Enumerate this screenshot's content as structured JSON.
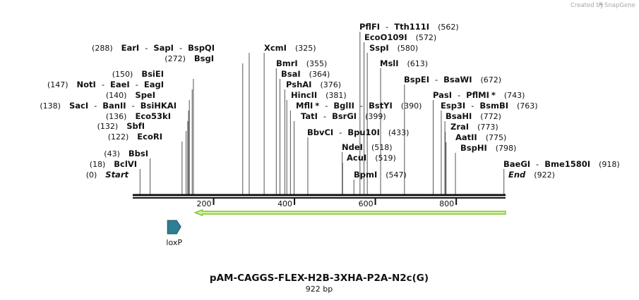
{
  "brand": {
    "created_by": "Created by",
    "app_name": "SnapGene"
  },
  "sequence": {
    "name": "pAM-CAGGS-FLEX-H2B-3XHA-P2A-N2c(G)",
    "length_label": "922 bp",
    "length": 922
  },
  "colors": {
    "feature_loxp": "#2e7f95",
    "orf_arrow_fill": "#d6f0a0",
    "orf_arrow_stroke": "#7ec73a",
    "backbone": "#111111"
  },
  "ruler": {
    "ticks": [
      {
        "value": 200,
        "label": "200"
      },
      {
        "value": 400,
        "label": "400"
      },
      {
        "value": 600,
        "label": "600"
      },
      {
        "value": 800,
        "label": "800"
      }
    ]
  },
  "features": [
    {
      "name": "loxP",
      "icon": "loxp-arrow-icon",
      "start": 86,
      "end": 119,
      "direction": "forward"
    }
  ],
  "orf": {
    "start": 158,
    "end": 922,
    "direction": "reverse"
  },
  "sites": [
    {
      "key": "earI",
      "parts": [
        {
          "name": "EarI"
        },
        {
          "name": "SapI"
        },
        {
          "name": "BspQI"
        }
      ],
      "pos": 288,
      "pos_label": "(288)",
      "side": "left"
    },
    {
      "key": "bsgI",
      "parts": [
        {
          "name": "BsgI"
        }
      ],
      "pos": 272,
      "pos_label": "(272)",
      "side": "left"
    },
    {
      "key": "bsiEI",
      "parts": [
        {
          "name": "BsiEI"
        }
      ],
      "pos": 150,
      "pos_label": "(150)",
      "side": "left"
    },
    {
      "key": "notI",
      "parts": [
        {
          "name": "NotI"
        },
        {
          "name": "EaeI"
        },
        {
          "name": "EagI"
        }
      ],
      "pos": 147,
      "pos_label": "(147)",
      "side": "left"
    },
    {
      "key": "speI",
      "parts": [
        {
          "name": "SpeI"
        }
      ],
      "pos": 140,
      "pos_label": "(140)",
      "side": "left"
    },
    {
      "key": "sacI",
      "parts": [
        {
          "name": "SacI"
        },
        {
          "name": "BanII"
        },
        {
          "name": "BsiHKAI"
        }
      ],
      "pos": 138,
      "pos_label": "(138)",
      "side": "left"
    },
    {
      "key": "eco53kI",
      "parts": [
        {
          "name": "Eco53kI"
        }
      ],
      "pos": 136,
      "pos_label": "(136)",
      "side": "left"
    },
    {
      "key": "sbfI",
      "parts": [
        {
          "name": "SbfI"
        }
      ],
      "pos": 132,
      "pos_label": "(132)",
      "side": "left"
    },
    {
      "key": "ecoRI",
      "parts": [
        {
          "name": "EcoRI"
        }
      ],
      "pos": 122,
      "pos_label": "(122)",
      "side": "left"
    },
    {
      "key": "bbsI",
      "parts": [
        {
          "name": "BbsI"
        }
      ],
      "pos": 43,
      "pos_label": "(43)",
      "side": "left"
    },
    {
      "key": "bclVI",
      "parts": [
        {
          "name": "BclVI"
        }
      ],
      "pos": 18,
      "pos_label": "(18)",
      "side": "left"
    },
    {
      "key": "start",
      "parts": [
        {
          "name": "Start",
          "special": true
        }
      ],
      "pos": 0,
      "pos_label": "(0)",
      "side": "left"
    },
    {
      "key": "xcmI",
      "parts": [
        {
          "name": "XcmI"
        }
      ],
      "pos": 325,
      "pos_label": "(325)",
      "side": "right"
    },
    {
      "key": "bmrI",
      "parts": [
        {
          "name": "BmrI"
        }
      ],
      "pos": 355,
      "pos_label": "(355)",
      "side": "right"
    },
    {
      "key": "bsaI",
      "parts": [
        {
          "name": "BsaI"
        }
      ],
      "pos": 364,
      "pos_label": "(364)",
      "side": "right"
    },
    {
      "key": "pshAI",
      "parts": [
        {
          "name": "PshAI"
        }
      ],
      "pos": 376,
      "pos_label": "(376)",
      "side": "right"
    },
    {
      "key": "hincII",
      "parts": [
        {
          "name": "HincII"
        }
      ],
      "pos": 381,
      "pos_label": "(381)",
      "side": "right"
    },
    {
      "key": "mflI",
      "parts": [
        {
          "name": "MflI",
          "star": true
        },
        {
          "name": "BglII"
        },
        {
          "name": "BstYI"
        }
      ],
      "pos": 390,
      "pos_label": "(390)",
      "side": "right"
    },
    {
      "key": "tatI",
      "parts": [
        {
          "name": "TatI"
        },
        {
          "name": "BsrGI"
        }
      ],
      "pos": 399,
      "pos_label": "(399)",
      "side": "right"
    },
    {
      "key": "bbvCI",
      "parts": [
        {
          "name": "BbvCI"
        },
        {
          "name": "Bpu10I"
        }
      ],
      "pos": 433,
      "pos_label": "(433)",
      "side": "right"
    },
    {
      "key": "pflFI",
      "parts": [
        {
          "name": "PflFI"
        },
        {
          "name": "Tth111I"
        }
      ],
      "pos": 562,
      "pos_label": "(562)",
      "side": "right"
    },
    {
      "key": "ecoO109I",
      "parts": [
        {
          "name": "EcoO109I"
        }
      ],
      "pos": 572,
      "pos_label": "(572)",
      "side": "right"
    },
    {
      "key": "sspI",
      "parts": [
        {
          "name": "SspI"
        }
      ],
      "pos": 580,
      "pos_label": "(580)",
      "side": "right"
    },
    {
      "key": "mslI",
      "parts": [
        {
          "name": "MslI"
        }
      ],
      "pos": 613,
      "pos_label": "(613)",
      "side": "right"
    },
    {
      "key": "ndeI",
      "parts": [
        {
          "name": "NdeI"
        }
      ],
      "pos": 518,
      "pos_label": "(518)",
      "side": "right"
    },
    {
      "key": "acuI",
      "parts": [
        {
          "name": "AcuI"
        }
      ],
      "pos": 519,
      "pos_label": "(519)",
      "side": "right"
    },
    {
      "key": "bpmI",
      "parts": [
        {
          "name": "BpmI"
        }
      ],
      "pos": 547,
      "pos_label": "(547)",
      "side": "right"
    },
    {
      "key": "bspEI",
      "parts": [
        {
          "name": "BspEI"
        },
        {
          "name": "BsaWI"
        }
      ],
      "pos": 672,
      "pos_label": "(672)",
      "side": "right"
    },
    {
      "key": "pasI",
      "parts": [
        {
          "name": "PasI"
        },
        {
          "name": "PflMI",
          "star": true
        }
      ],
      "pos": 743,
      "pos_label": "(743)",
      "side": "right"
    },
    {
      "key": "esp3I",
      "parts": [
        {
          "name": "Esp3I"
        },
        {
          "name": "BsmBI"
        }
      ],
      "pos": 763,
      "pos_label": "(763)",
      "side": "right"
    },
    {
      "key": "bsaHI",
      "parts": [
        {
          "name": "BsaHI"
        }
      ],
      "pos": 772,
      "pos_label": "(772)",
      "side": "right"
    },
    {
      "key": "zraI",
      "parts": [
        {
          "name": "ZraI"
        }
      ],
      "pos": 773,
      "pos_label": "(773)",
      "side": "right"
    },
    {
      "key": "aatII",
      "parts": [
        {
          "name": "AatII"
        }
      ],
      "pos": 775,
      "pos_label": "(775)",
      "side": "right"
    },
    {
      "key": "bspHI",
      "parts": [
        {
          "name": "BspHI"
        }
      ],
      "pos": 798,
      "pos_label": "(798)",
      "side": "right"
    },
    {
      "key": "baeGI",
      "parts": [
        {
          "name": "BaeGI"
        },
        {
          "name": "Bme1580I"
        }
      ],
      "pos": 918,
      "pos_label": "(918)",
      "side": "right"
    },
    {
      "key": "end",
      "parts": [
        {
          "name": "End",
          "special": true
        }
      ],
      "pos": 922,
      "pos_label": "(922)",
      "side": "right"
    }
  ]
}
